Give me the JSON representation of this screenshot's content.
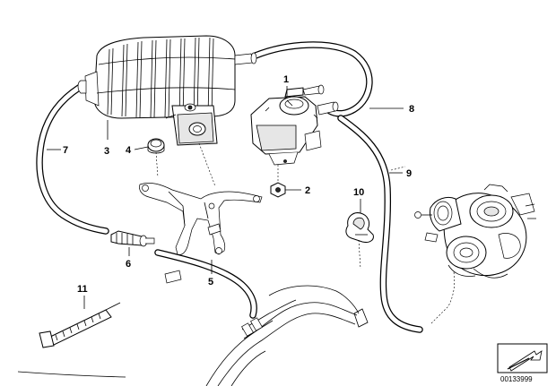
{
  "diagram": {
    "callouts": [
      {
        "id": "1",
        "label": "1"
      },
      {
        "id": "2",
        "label": "2"
      },
      {
        "id": "3",
        "label": "3"
      },
      {
        "id": "4",
        "label": "4"
      },
      {
        "id": "5",
        "label": "5"
      },
      {
        "id": "6",
        "label": "6"
      },
      {
        "id": "7",
        "label": "7"
      },
      {
        "id": "8",
        "label": "8"
      },
      {
        "id": "9",
        "label": "9"
      },
      {
        "id": "10",
        "label": "10"
      },
      {
        "id": "11",
        "label": "11"
      }
    ],
    "document_number": "00133999",
    "icon": "arrow-box-icon"
  }
}
